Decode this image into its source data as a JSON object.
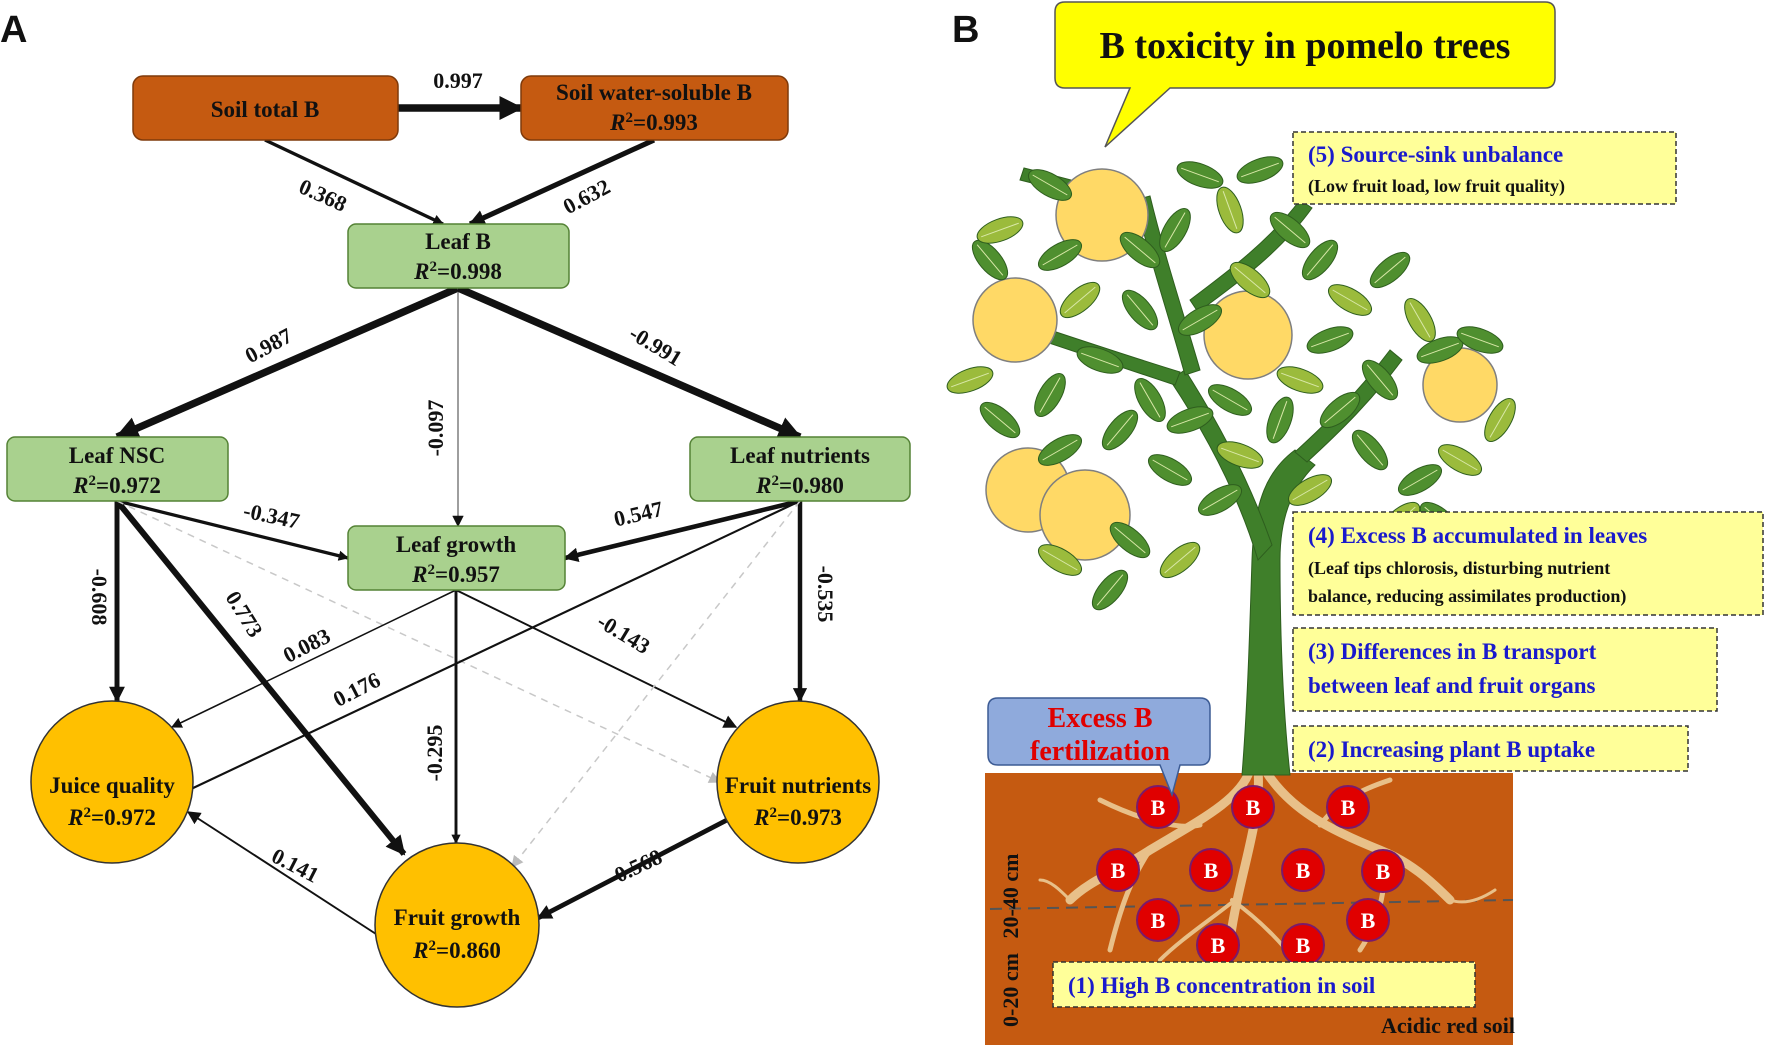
{
  "panel_a": {
    "label": "A",
    "nodes": {
      "soil_total_b": {
        "label": "Soil total B"
      },
      "soil_water_b": {
        "label": "Soil water-soluble B",
        "r2": "0.993"
      },
      "leaf_b": {
        "label": "Leaf B",
        "r2": "0.998"
      },
      "leaf_nsc": {
        "label": "Leaf NSC",
        "r2": "0.972"
      },
      "leaf_nutrients": {
        "label": "Leaf nutrients",
        "r2": "0.980"
      },
      "leaf_growth": {
        "label": "Leaf growth",
        "r2": "0.957"
      },
      "juice_quality": {
        "label": "Juice quality",
        "r2": "0.972"
      },
      "fruit_nutrients": {
        "label": "Fruit nutrients",
        "r2": "0.973"
      },
      "fruit_growth": {
        "label": "Fruit growth",
        "r2": "0.860"
      }
    },
    "r2_prefix": "R",
    "r2_sup": "2",
    "paths": [
      {
        "from": "soil_total_b",
        "to": "soil_water_b",
        "coef": "0.997",
        "style": "solid"
      },
      {
        "from": "soil_total_b",
        "to": "leaf_b",
        "coef": "0.368",
        "style": "solid"
      },
      {
        "from": "soil_water_b",
        "to": "leaf_b",
        "coef": "0.632",
        "style": "solid"
      },
      {
        "from": "leaf_b",
        "to": "leaf_nsc",
        "coef": "0.987",
        "style": "solid"
      },
      {
        "from": "leaf_b",
        "to": "leaf_growth",
        "coef": "-0.097",
        "style": "solid"
      },
      {
        "from": "leaf_b",
        "to": "leaf_nutrients",
        "coef": "-0.991",
        "style": "solid"
      },
      {
        "from": "leaf_nsc",
        "to": "leaf_growth",
        "coef": "-0.347",
        "style": "solid"
      },
      {
        "from": "leaf_nutrients",
        "to": "leaf_growth",
        "coef": "0.547",
        "style": "solid"
      },
      {
        "from": "leaf_nsc",
        "to": "juice_quality",
        "coef": "-0.608",
        "style": "solid"
      },
      {
        "from": "leaf_nsc",
        "to": "fruit_growth",
        "coef": "0.773",
        "style": "solid"
      },
      {
        "from": "leaf_nsc",
        "to": "fruit_nutrients",
        "coef": "",
        "style": "dashed"
      },
      {
        "from": "leaf_growth",
        "to": "juice_quality",
        "coef": "0.083",
        "style": "solid"
      },
      {
        "from": "leaf_nutrients",
        "to": "juice_quality",
        "coef": "0.176",
        "style": "solid"
      },
      {
        "from": "leaf_growth",
        "to": "fruit_growth",
        "coef": "-0.295",
        "style": "solid"
      },
      {
        "from": "leaf_growth",
        "to": "fruit_nutrients",
        "coef": "-0.143",
        "style": "solid"
      },
      {
        "from": "leaf_nutrients",
        "to": "fruit_nutrients",
        "coef": "-0.535",
        "style": "solid"
      },
      {
        "from": "leaf_nutrients",
        "to": "fruit_growth",
        "coef": "",
        "style": "dashed"
      },
      {
        "from": "fruit_nutrients",
        "to": "fruit_growth",
        "coef": "-0.568",
        "style": "solid"
      },
      {
        "from": "fruit_growth",
        "to": "juice_quality",
        "coef": "0.141",
        "style": "solid"
      }
    ],
    "colors": {
      "soil": "#c55a11",
      "leaf": "#a9d18e",
      "fruit": "#ffc000"
    }
  },
  "panel_b": {
    "label": "B",
    "callout_title": "B toxicity in pomelo trees",
    "fertilization_line1": "Excess B",
    "fertilization_line2": "fertilization",
    "notes": [
      {
        "title": "(5) Source-sink unbalance",
        "sub": [
          "(Low fruit load, low fruit quality)"
        ]
      },
      {
        "title": "(4) Excess B accumulated in leaves",
        "sub": [
          "(Leaf tips chlorosis, disturbing nutrient",
          "balance, reducing assimilates production)"
        ]
      },
      {
        "title": "(3)  Differences in B transport",
        "title2": "between leaf and fruit organs",
        "sub": []
      },
      {
        "title": "(2) Increasing plant B uptake",
        "sub": []
      },
      {
        "title": "(1) High B concentration in soil",
        "sub": []
      }
    ],
    "depth_top": "20-40 cm",
    "depth_bottom": "0-20 cm",
    "soil_label": "Acidic red soil",
    "boron_symbol": "B",
    "colors": {
      "soil": "#c55a11",
      "callout": "#ffff00",
      "note_bg": "#ffff99",
      "boron": "#e00000",
      "fert_box": "#8faadc"
    }
  }
}
